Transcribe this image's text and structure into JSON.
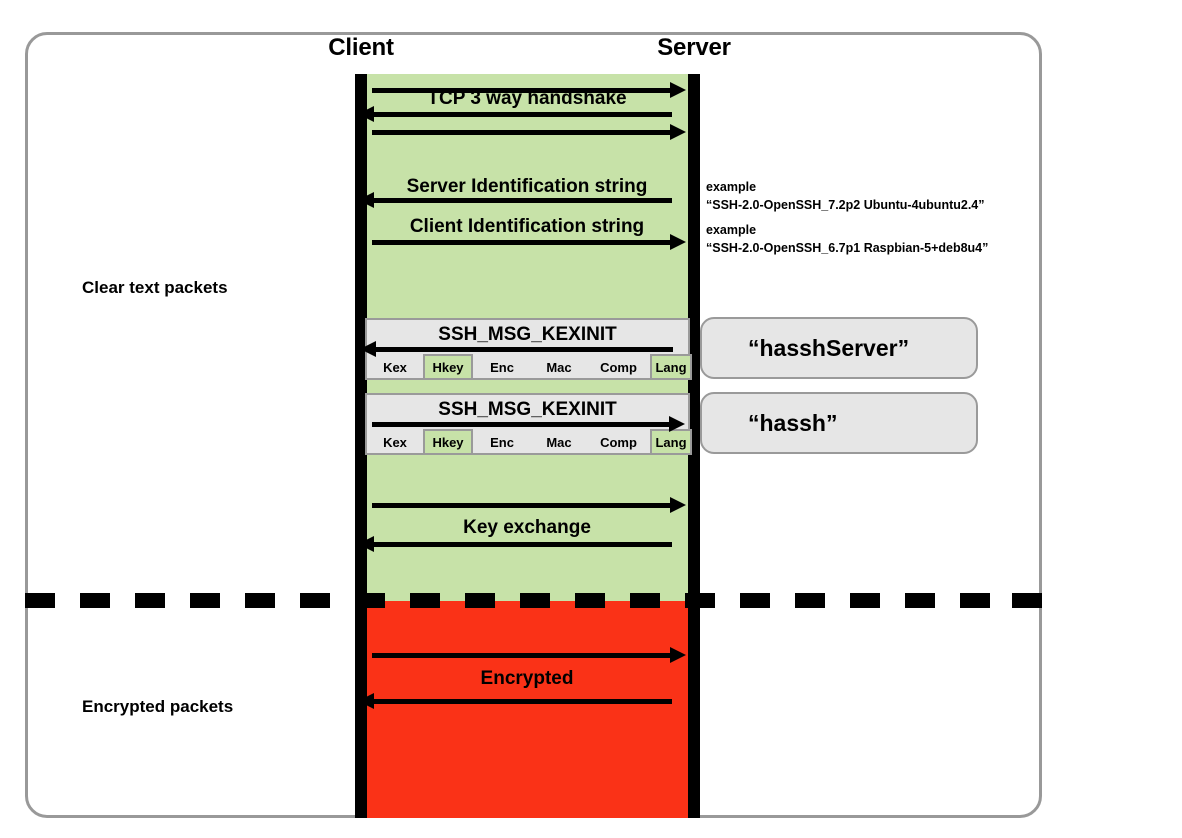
{
  "diagram": {
    "title_client": "Client",
    "title_server": "Server",
    "section_clear_label": "Clear text packets",
    "section_encrypted_label": "Encrypted packets",
    "colors": {
      "clear_text_band": "#c7e2a8",
      "encrypted_band": "#fa3217",
      "lifeline": "#000000",
      "block_fill": "#e6e6e6",
      "block_border": "#9a9a9a",
      "frame_border": "#999999",
      "highlight_field": "#c7e2a8"
    },
    "messages": [
      {
        "label": "TCP 3 way handshake",
        "direction": "right"
      },
      {
        "label": "",
        "direction": "left"
      },
      {
        "label": "",
        "direction": "right"
      },
      {
        "label": "Server Identification string",
        "direction": "left"
      },
      {
        "label": "Client Identification string",
        "direction": "right"
      },
      {
        "label": "Key exchange",
        "direction": "right"
      },
      {
        "label": "",
        "direction": "left"
      },
      {
        "label": "Encrypted",
        "direction": "right"
      },
      {
        "label": "",
        "direction": "left"
      }
    ],
    "examples": [
      {
        "heading": "example",
        "value": "“SSH-2.0-OpenSSH_7.2p2 Ubuntu-4ubuntu2.4”"
      },
      {
        "heading": "example",
        "value": "“SSH-2.0-OpenSSH_6.7p1 Raspbian-5+deb8u4”"
      }
    ],
    "kexinit_blocks": [
      {
        "title": "SSH_MSG_KEXINIT",
        "direction": "left",
        "fields": [
          {
            "label": "Kex",
            "highlighted": false
          },
          {
            "label": "Hkey",
            "highlighted": true
          },
          {
            "label": "Enc",
            "highlighted": false
          },
          {
            "label": "Mac",
            "highlighted": false
          },
          {
            "label": "Comp",
            "highlighted": false
          },
          {
            "label": "Lang",
            "highlighted": true
          }
        ],
        "callout": "“hasshServer”"
      },
      {
        "title": "SSH_MSG_KEXINIT",
        "direction": "right",
        "fields": [
          {
            "label": "Kex",
            "highlighted": false
          },
          {
            "label": "Hkey",
            "highlighted": true
          },
          {
            "label": "Enc",
            "highlighted": false
          },
          {
            "label": "Mac",
            "highlighted": false
          },
          {
            "label": "Comp",
            "highlighted": false
          },
          {
            "label": "Lang",
            "highlighted": true
          }
        ],
        "callout": "“hassh”"
      }
    ]
  }
}
